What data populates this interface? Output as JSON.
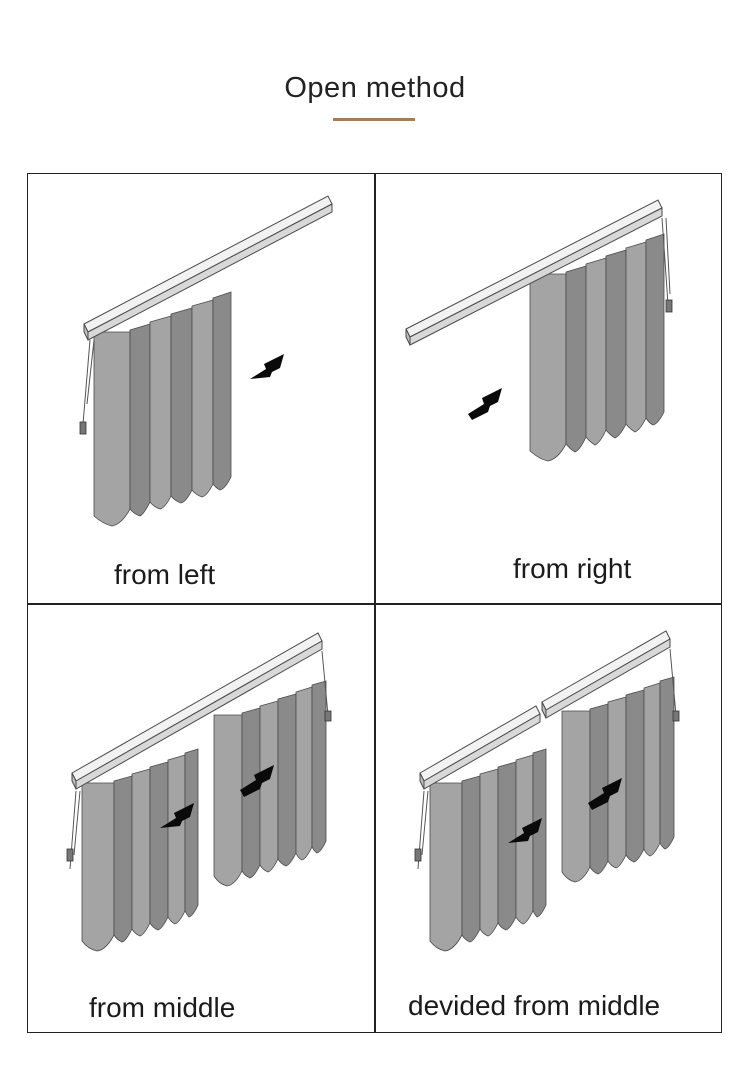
{
  "title": "Open method",
  "colors": {
    "accent_underline": "#a47c59",
    "fabric": "#a4a4a4",
    "fabric_shadow": "#8a8a8a",
    "rail": "#f2f2f2",
    "outline": "#4a4a4a",
    "arrow": "#0a0a0a"
  },
  "panels": [
    {
      "caption": "from left",
      "arrow_icon": "arrow-left-icon"
    },
    {
      "caption": "from right",
      "arrow_icon": "arrow-right-icon"
    },
    {
      "caption": "from middle",
      "arrow_icon": "arrow-left-right-icon"
    },
    {
      "caption": "devided from middle",
      "arrow_icon": "arrow-left-right-icon"
    }
  ]
}
